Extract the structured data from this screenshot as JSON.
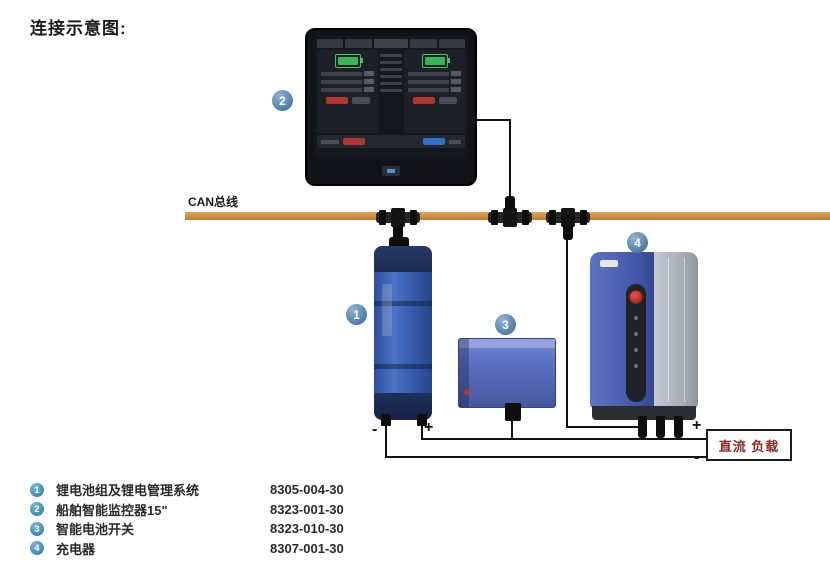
{
  "title": "连接示意图:",
  "can_bus_label": "CAN总线",
  "badges": {
    "battery": "1",
    "monitor": "2",
    "switch": "3",
    "charger": "4"
  },
  "battery_terminals": {
    "minus": "-",
    "plus": "+"
  },
  "dc_load": {
    "label": "直流 负载",
    "plus": "+",
    "minus": "-"
  },
  "legend": [
    {
      "num": "1",
      "label": "锂电池组及锂电管理系统",
      "part": "8305-004-30"
    },
    {
      "num": "2",
      "label": "船舶智能监控器15\"",
      "part": "8323-001-30"
    },
    {
      "num": "3",
      "label": "智能电池开关",
      "part": "8323-010-30"
    },
    {
      "num": "4",
      "label": "充电器",
      "part": "8307-001-30"
    }
  ],
  "colors": {
    "can_bus": "#cf9040",
    "badge_blue": "#4a7aa8",
    "device_blue": "#3f5fb0",
    "dc_load_text": "#8a2b21",
    "wire": "#121212"
  }
}
